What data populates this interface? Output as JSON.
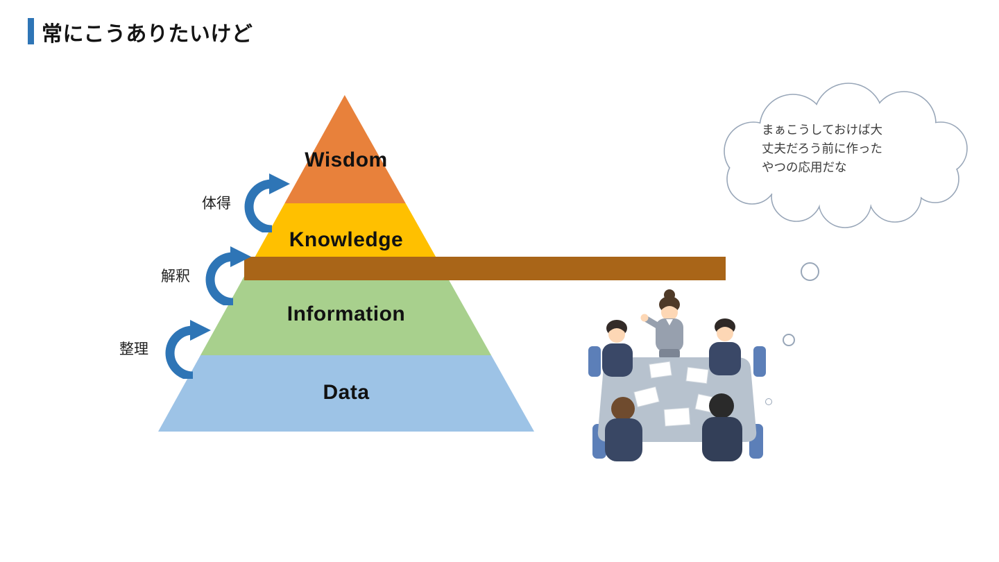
{
  "slide": {
    "title": "常にこうありたいけど",
    "accent_color": "#2E75B6"
  },
  "pyramid": {
    "levels": [
      {
        "label": "Wisdom",
        "color": "#E8813B"
      },
      {
        "label": "Knowledge",
        "color": "#FFC000"
      },
      {
        "label": "Information",
        "color": "#A8D08D"
      },
      {
        "label": "Data",
        "color": "#9DC3E6"
      }
    ],
    "transitions": [
      {
        "label": "体得"
      },
      {
        "label": "解釈"
      },
      {
        "label": "整理"
      }
    ],
    "arrow_color": "#2E75B6"
  },
  "connector_bar": {
    "color": "#A96518"
  },
  "thought_bubble": {
    "lines": [
      "まぁこうしておけば大",
      "丈夫だろう前に作った",
      "やつの応用だな"
    ],
    "outline_color": "#98A6B8"
  },
  "illustration": {
    "name": "meeting-around-table"
  }
}
